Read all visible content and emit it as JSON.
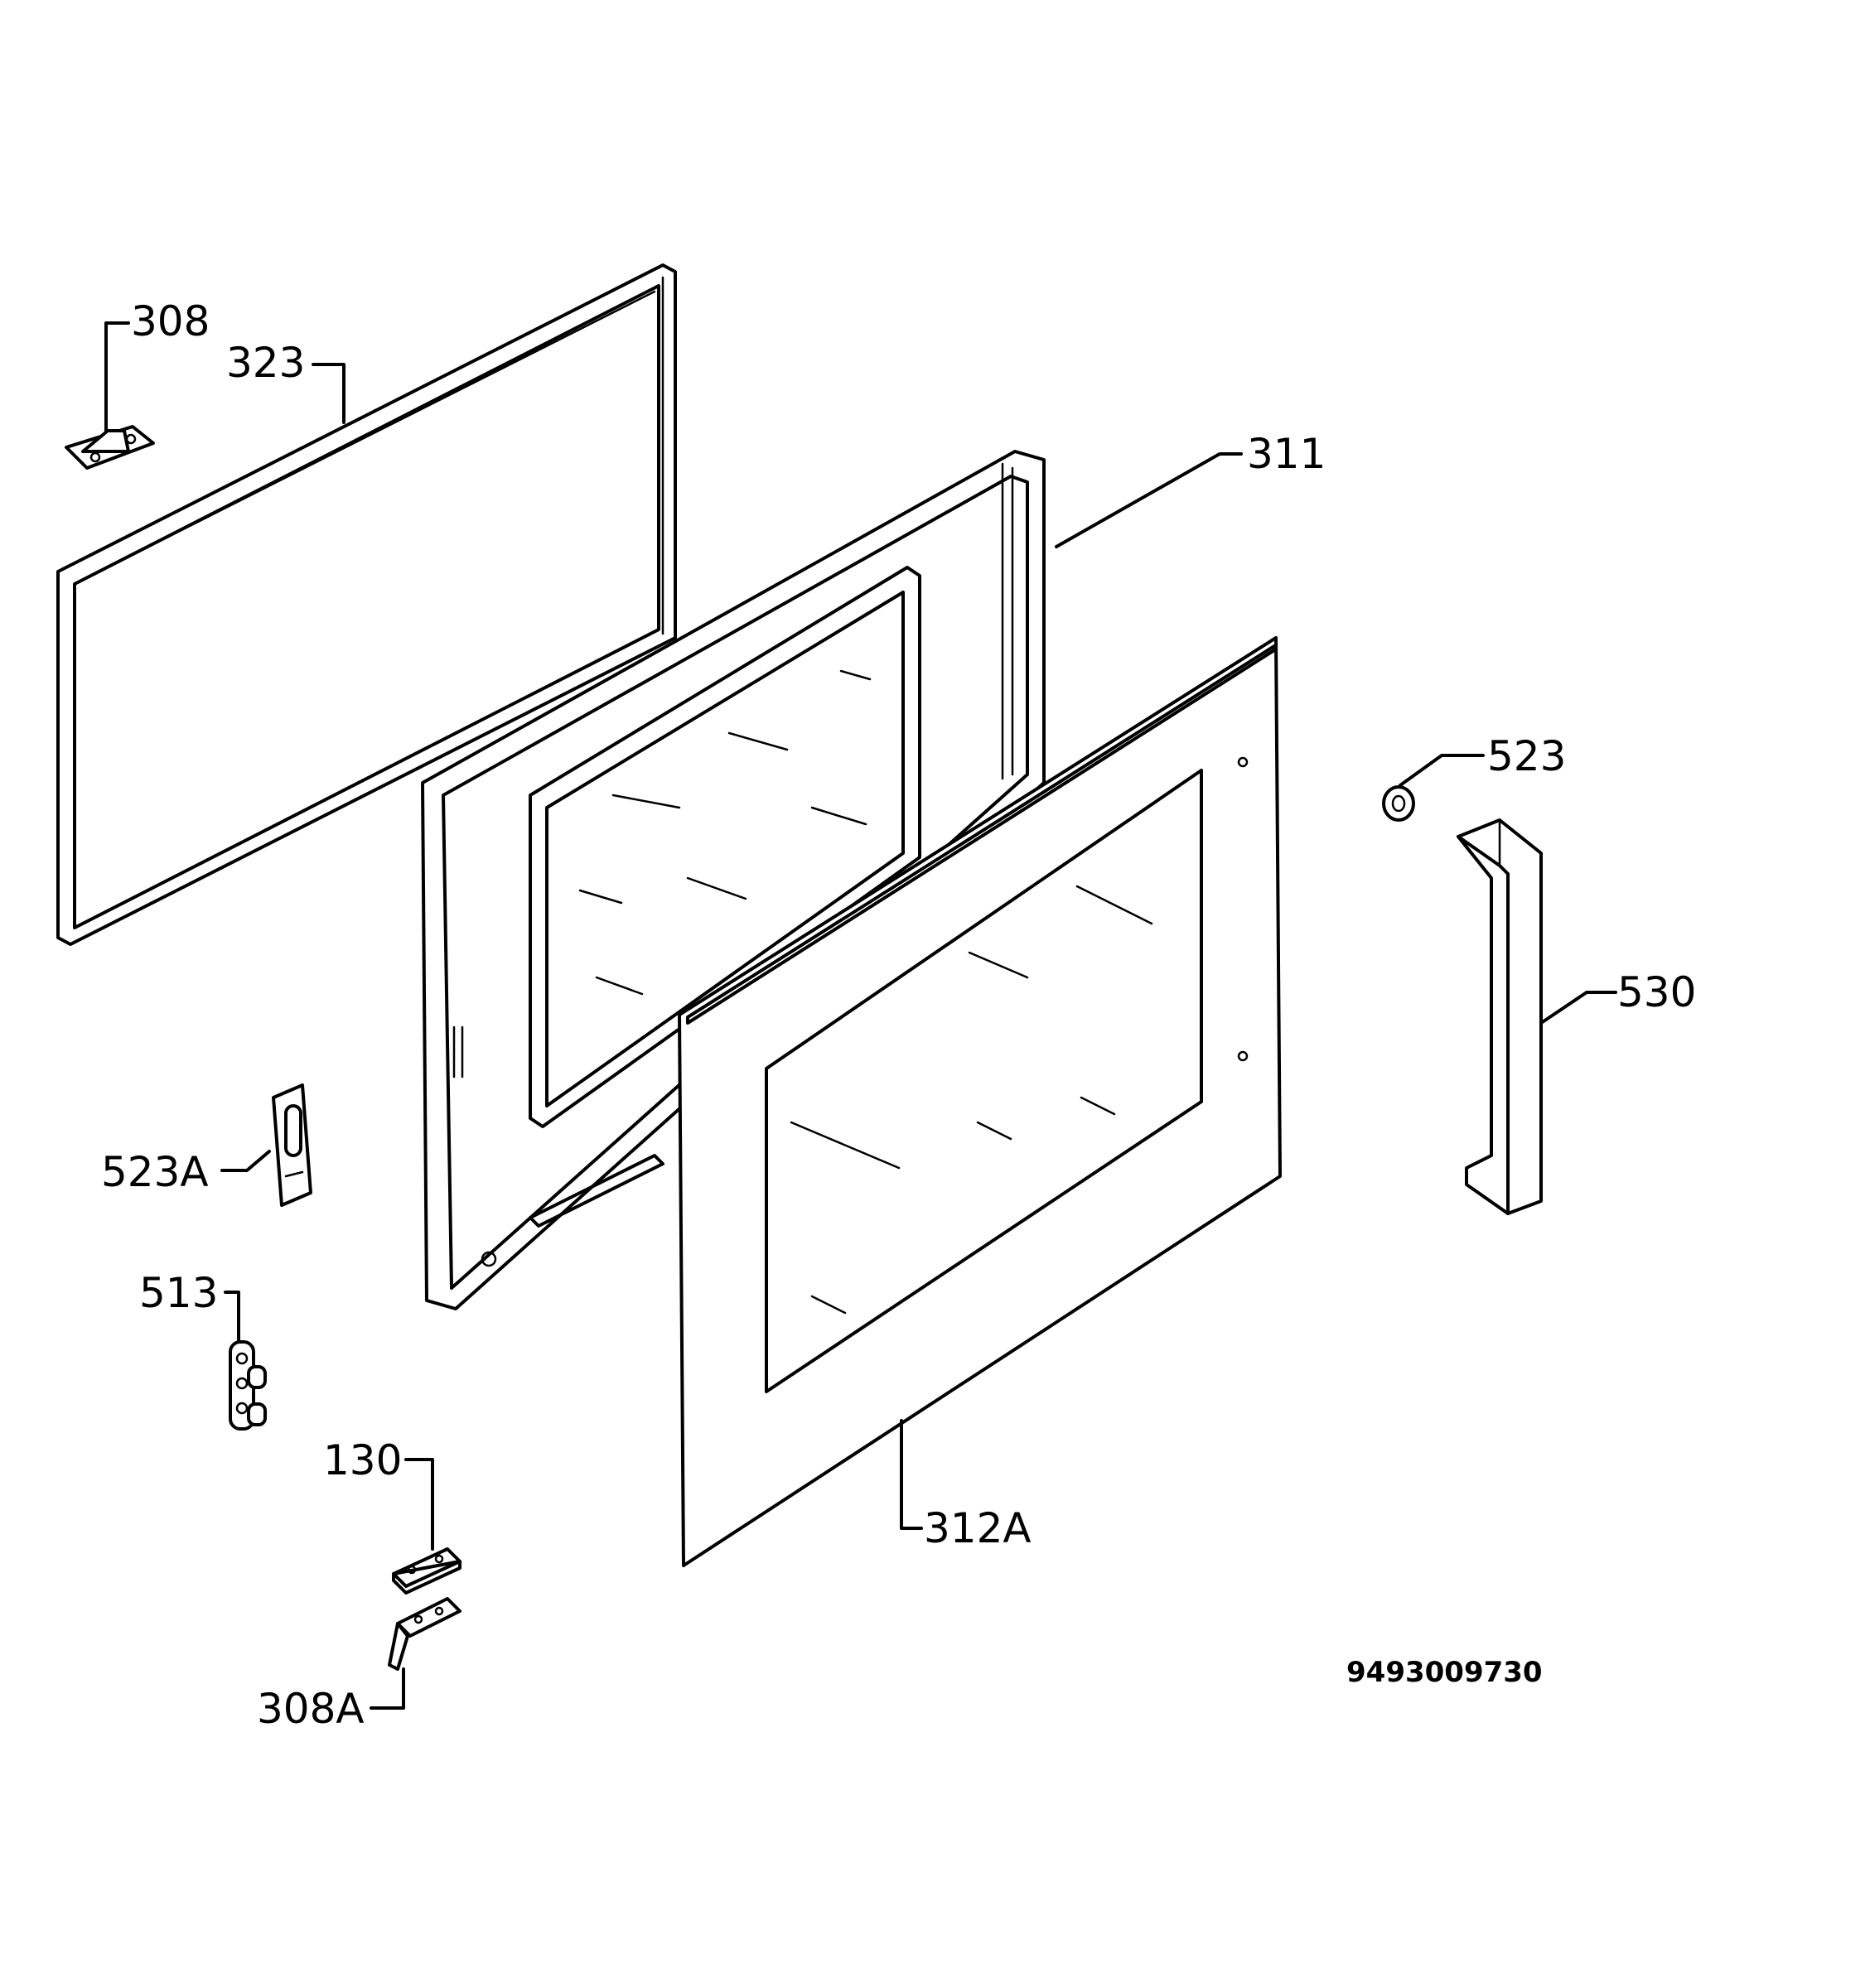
{
  "parts": [
    {
      "id": "308",
      "label": "308"
    },
    {
      "id": "323",
      "label": "323"
    },
    {
      "id": "311",
      "label": "311"
    },
    {
      "id": "523",
      "label": "523"
    },
    {
      "id": "530",
      "label": "530"
    },
    {
      "id": "523A",
      "label": "523A"
    },
    {
      "id": "513",
      "label": "513"
    },
    {
      "id": "130",
      "label": "130"
    },
    {
      "id": "312A",
      "label": "312A"
    },
    {
      "id": "308A",
      "label": "308A"
    }
  ],
  "drawing_number": "9493009730"
}
